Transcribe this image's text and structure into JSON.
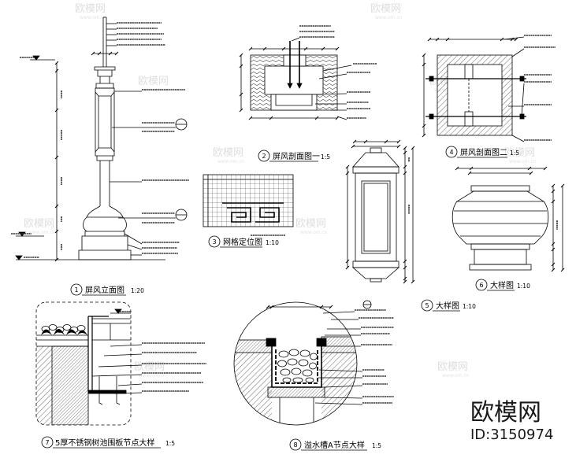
{
  "drawings": [
    {
      "num": "1",
      "title": "屏风立面图",
      "scale": "1:20"
    },
    {
      "num": "2",
      "title": "屏风剖面图一",
      "scale": "1:5"
    },
    {
      "num": "3",
      "title": "网格定位图",
      "scale": "1:10"
    },
    {
      "num": "4",
      "title": "屏风剖面图二",
      "scale": "1:5"
    },
    {
      "num": "5",
      "title": "大样图",
      "scale": "1:10"
    },
    {
      "num": "6",
      "title": "大样图",
      "scale": "1:10"
    },
    {
      "num": "7",
      "title": "5厚不锈钢树池围板节点大样",
      "scale": "1:5"
    },
    {
      "num": "8",
      "title": "溢水槽A节点大样",
      "scale": "1:5"
    }
  ],
  "watermark": {
    "brand": "欧模网",
    "id": "ID:3150974",
    "site": "www.om.cn"
  },
  "colors": {
    "line": "#000000",
    "watermark": "#dedede",
    "background": "#ffffff"
  }
}
